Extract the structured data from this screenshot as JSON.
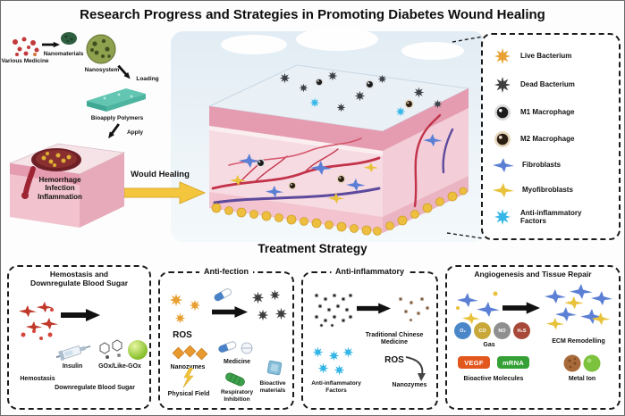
{
  "title": "Research Progress and Strategies in Promoting Diabetes Wound Healing",
  "flow": {
    "various_medicine": "Various Medicine",
    "nanomaterials": "Nanomaterials",
    "nanosystem": "Nanosystem",
    "loading": "Loading",
    "bioapply_polymers": "Bioapply Polymers",
    "apply": "Apply",
    "hemorrhage": "Hemorrhage",
    "infection": "Infection",
    "inflammation": "Inflammation",
    "would_healing": "Would Healing"
  },
  "legend": {
    "items": [
      {
        "label": "Live Bacterium"
      },
      {
        "label": "Dead Bacterium"
      },
      {
        "label": "M1 Macrophage"
      },
      {
        "label": "M2 Macrophage"
      },
      {
        "label": "Fibroblasts"
      },
      {
        "label": "Myofibroblasts"
      },
      {
        "label": "Anti-inflammatory Factors"
      }
    ]
  },
  "section_title": "Treatment Strategy",
  "panel1": {
    "title_line1": "Hemostasis and",
    "title_line2": "Downregulate Blood Sugar",
    "hemostasis": "Hemostasis",
    "insulin": "Insulin",
    "gox": "GOx/Like-GOx",
    "downregulate": "Downregulate Blood Sugar"
  },
  "panel2": {
    "title": "Anti-fection",
    "ros": "ROS",
    "nanozymes": "Nanozymes",
    "medicine": "Medicine",
    "physical_field": "Physical Field",
    "respiratory_inhibition": "Respiratory Inhibition",
    "bioactive_materials": "Bioactive materials"
  },
  "panel3": {
    "title": "Anti-inflammatory",
    "tcm": "Traditional Chinese Medicine",
    "factors": "Anti-inflammatory Factors",
    "ros": "ROS",
    "nanozymes": "Nanozymes"
  },
  "panel4": {
    "title": "Angiogenesis and Tissue Repair",
    "ecm": "ECM Remodelling",
    "gas": "Gas",
    "o2": "O₂",
    "co": "CO",
    "no": "NO",
    "h2s": "H₂S",
    "vegf": "VEGF",
    "mrna": "mRNA",
    "bioactive_molecules": "Bioactive Molecules",
    "metal_ion": "Metal Ion"
  },
  "colors": {
    "healing_arrow_yellow": "#f4c63d",
    "vegf_orange": "#e2571e",
    "mrna_green": "#35a035",
    "anti_inflammatory_cyan": "#35b6e6",
    "live_bacterium_orange": "#e8a033",
    "dead_bacterium_gray": "#3f3f3f",
    "fibroblast_blue": "#5b7fd4",
    "myofibroblast_yellow": "#e8c23a",
    "skin_pink": "#e59cb0",
    "vessel_red": "#c2334a",
    "vessel_purple": "#5d4a9c"
  }
}
